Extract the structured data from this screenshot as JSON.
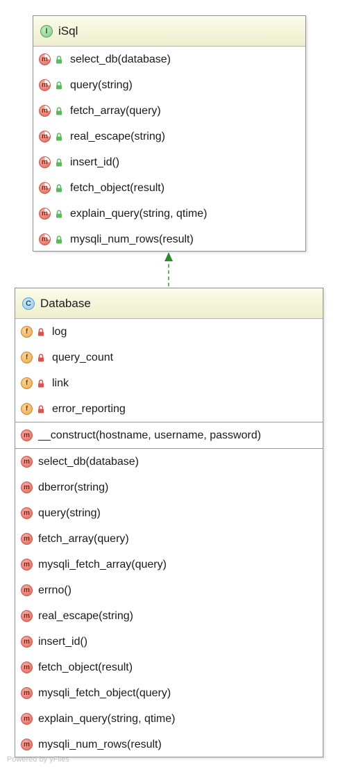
{
  "interface": {
    "stereotype_letter": "I",
    "name": "iSql",
    "methods": [
      "select_db(database)",
      "query(string)",
      "fetch_array(query)",
      "real_escape(string)",
      "insert_id()",
      "fetch_object(result)",
      "explain_query(string, qtime)",
      "mysqli_num_rows(result)"
    ]
  },
  "class": {
    "stereotype_letter": "C",
    "name": "Database",
    "fields": [
      "log",
      "query_count",
      "link",
      "error_reporting"
    ],
    "constructors": [
      "__construct(hostname, username, password)"
    ],
    "methods": [
      "select_db(database)",
      "dberror(string)",
      "query(string)",
      "fetch_array(query)",
      "mysqli_fetch_array(query)",
      "errno()",
      "real_escape(string)",
      "insert_id()",
      "fetch_object(result)",
      "mysqli_fetch_object(query)",
      "explain_query(string, qtime)",
      "mysqli_num_rows(result)"
    ]
  },
  "badges": {
    "method": "m",
    "field": "f"
  },
  "relationship": {
    "type": "realization",
    "color": "#2e8b2e"
  },
  "colors": {
    "header_gradient_top": "#fbfbeb",
    "header_gradient_bottom": "#eeeecd",
    "method_badge": "#e8796c",
    "field_badge": "#f0b560",
    "public_lock": "#5cb85c",
    "private_lock": "#d9534f"
  },
  "watermark": "Powered by yFiles"
}
